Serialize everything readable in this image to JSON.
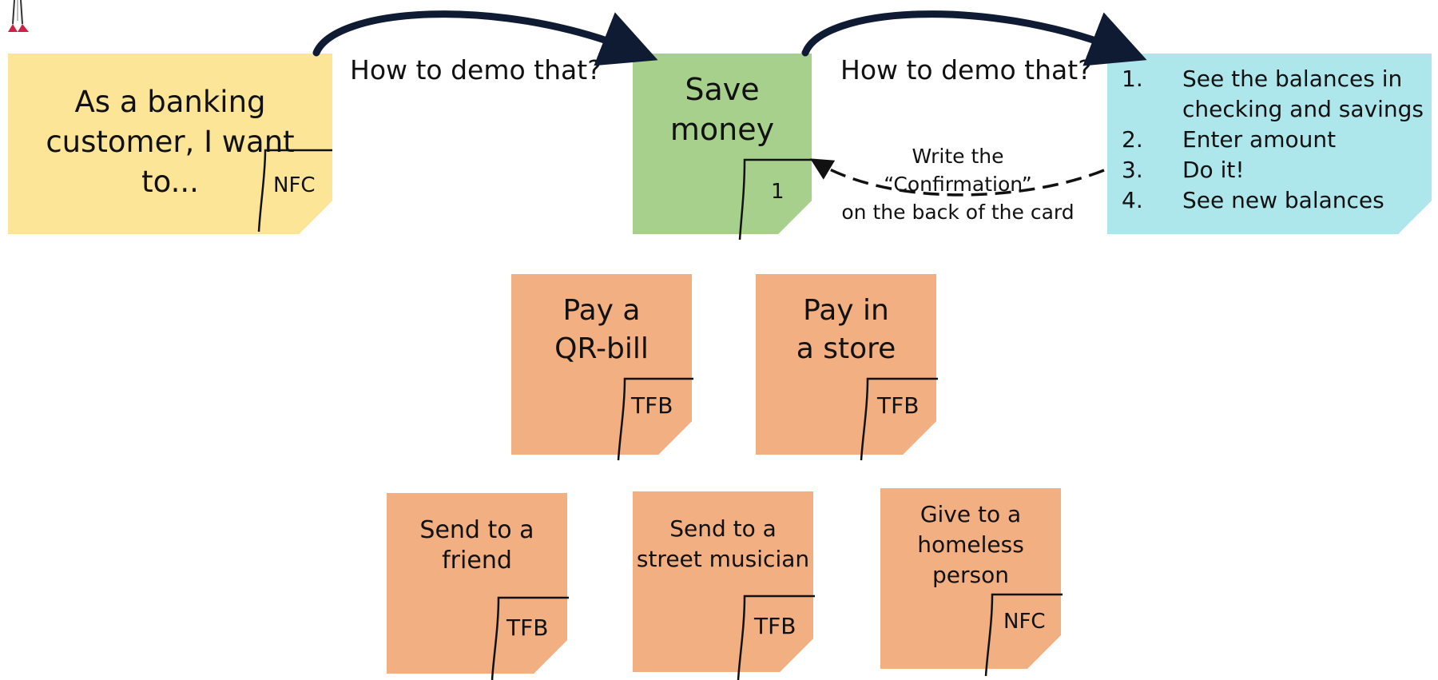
{
  "story": {
    "text": "As a banking\ncustomer, I want\nto...",
    "tag": "NFC"
  },
  "demo_labels": {
    "first": "How to demo that?",
    "second": "How to demo that?"
  },
  "save_money": {
    "text": "Save\nmoney",
    "tag": "1"
  },
  "steps": [
    {
      "num": "1.",
      "text": "See the balances in checking and savings"
    },
    {
      "num": "2.",
      "text": "Enter amount"
    },
    {
      "num": "3.",
      "text": "Do it!"
    },
    {
      "num": "4.",
      "text": "See new balances"
    }
  ],
  "confirmation_note": "Write the\n“Confirmation”\non the back of the card",
  "cards": {
    "qr_bill": {
      "text": "Pay a\nQR-bill",
      "tag": "TFB"
    },
    "store": {
      "text": "Pay in\na store",
      "tag": "TFB"
    },
    "friend": {
      "text": "Send to a\nfriend",
      "tag": "TFB"
    },
    "musician": {
      "text": "Send to a\nstreet musician",
      "tag": "TFB"
    },
    "homeless": {
      "text": "Give to a\nhomeless\nperson",
      "tag": "NFC"
    }
  },
  "colors": {
    "yellow": "#fde597",
    "green": "#a7d08c",
    "cyan": "#ade7ec",
    "orange": "#f2af81",
    "arrow": "#0f1a33"
  }
}
